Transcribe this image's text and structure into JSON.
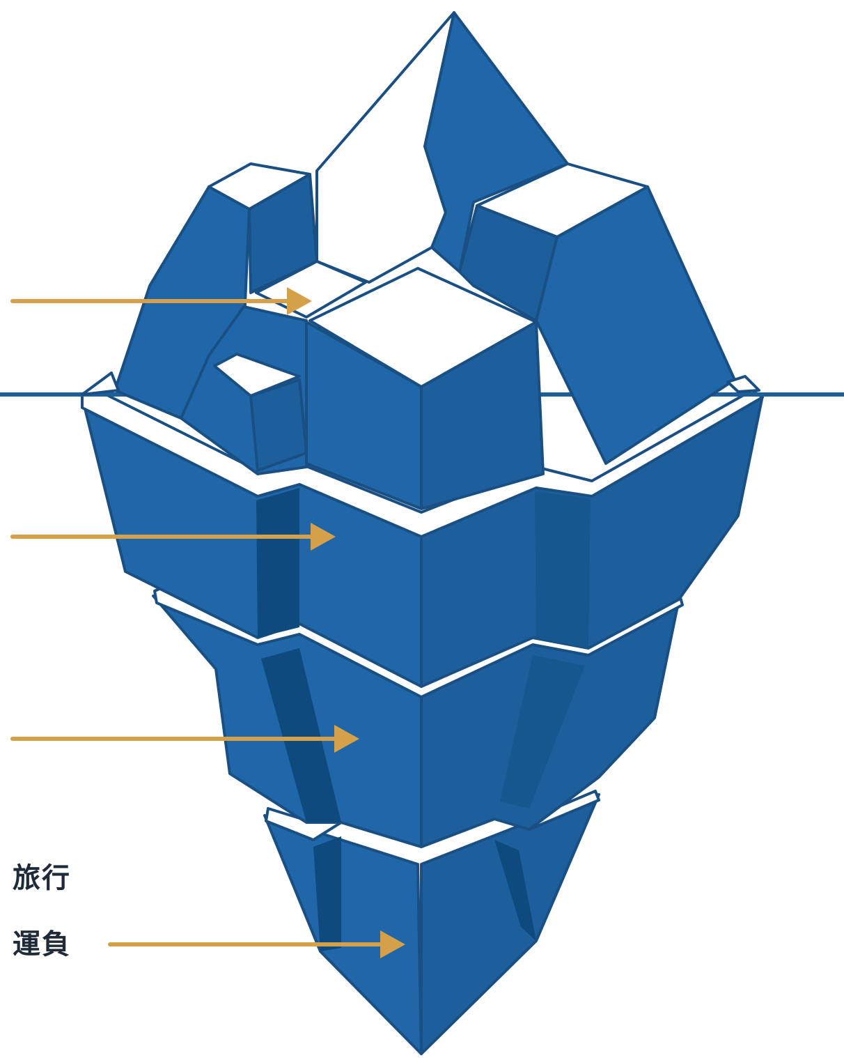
{
  "diagram": {
    "layers": [
      {
        "id": "tip",
        "lines": []
      },
      {
        "id": "layer-2",
        "lines": []
      },
      {
        "id": "layer-3",
        "lines": []
      },
      {
        "id": "bottom",
        "lines": [
          "旅行",
          "運負"
        ]
      }
    ],
    "colors": {
      "ice": "#1f67a8",
      "ice_dark": "#17578f",
      "ice_shadow": "#0f4a7e",
      "ice_stroke": "#1a4f84",
      "ice_top": "#ffffff",
      "waterline": "#1d5e98",
      "arrow": "#d4a04a",
      "label_text": "#1f2a38"
    }
  }
}
